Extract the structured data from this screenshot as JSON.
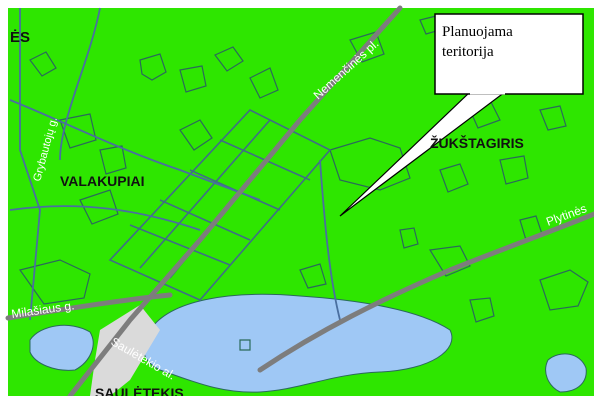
{
  "map": {
    "colors": {
      "greenery": "#2ee600",
      "water": "#9fc8f5",
      "road": "#7d7d7d",
      "outline": "#2a6a5a"
    },
    "labels": {
      "es": "ĖS",
      "valakupiai": "VALAKUPIAI",
      "zukstagiris": "ŽUKŠTAGIRIS",
      "nemencines": "Nemenčinės pl.",
      "grybautoju": "Grybautojų g.",
      "plytines": "Plytinės",
      "milasiaus": "Milašiaus g.",
      "sauletekio": "Saulėtekio al.",
      "sauletekis": "SAULĖTEKIS"
    },
    "callout": {
      "text": "Planuojama\nteritorija"
    }
  }
}
